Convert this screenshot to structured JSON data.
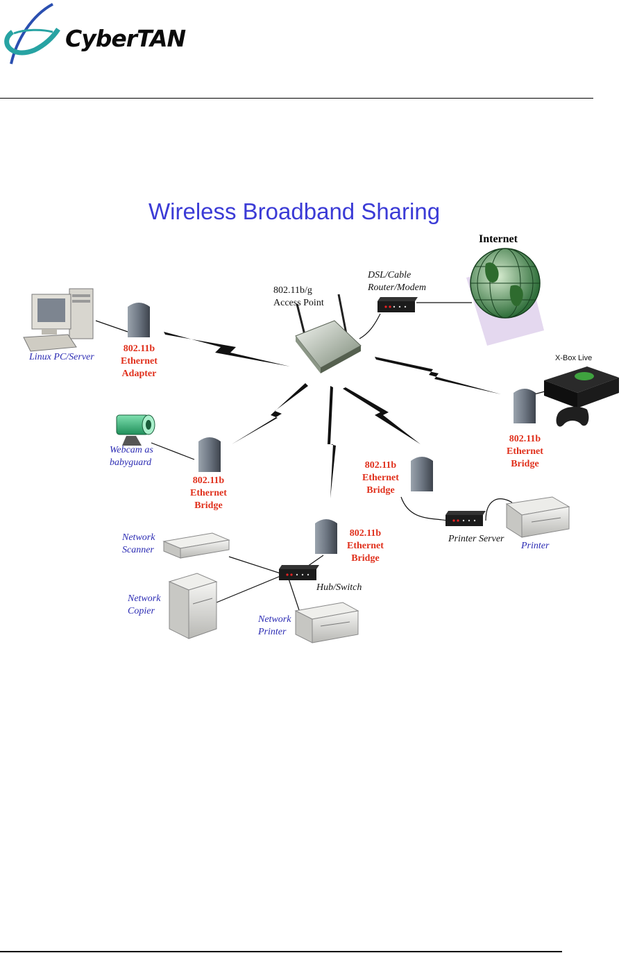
{
  "header": {
    "logo_text": "CyberTAN"
  },
  "diagram": {
    "title": "Wireless Broadband Sharing",
    "internet_label": "Internet",
    "modem_label": [
      "DSL/Cable",
      "Router/Modem"
    ],
    "access_point_label": [
      "802.11b/g",
      "Access Point"
    ],
    "pc_label": "Linux PC/Server",
    "pc_adapter_label": [
      "802.11b",
      "Ethernet",
      "Adapter"
    ],
    "xbox_label": "X-Box Live",
    "xbox_bridge_label": [
      "802.11b",
      "Ethernet",
      "Bridge"
    ],
    "webcam_label": [
      "Webcam as",
      "babyguard"
    ],
    "webcam_bridge_label": [
      "802.11b",
      "Ethernet",
      "Bridge"
    ],
    "printer_bridge_label": [
      "802.11b",
      "Ethernet",
      "Bridge"
    ],
    "printer_server_label": "Printer Server",
    "printer_label": "Printer",
    "hub_bridge_label": [
      "802.11b",
      "Ethernet",
      "Bridge"
    ],
    "hub_label": "Hub/Switch",
    "scanner_label": [
      "Network",
      "Scanner"
    ],
    "copier_label": [
      "Network",
      "Copier"
    ],
    "network_printer_label": [
      "Network",
      "Printer"
    ]
  }
}
